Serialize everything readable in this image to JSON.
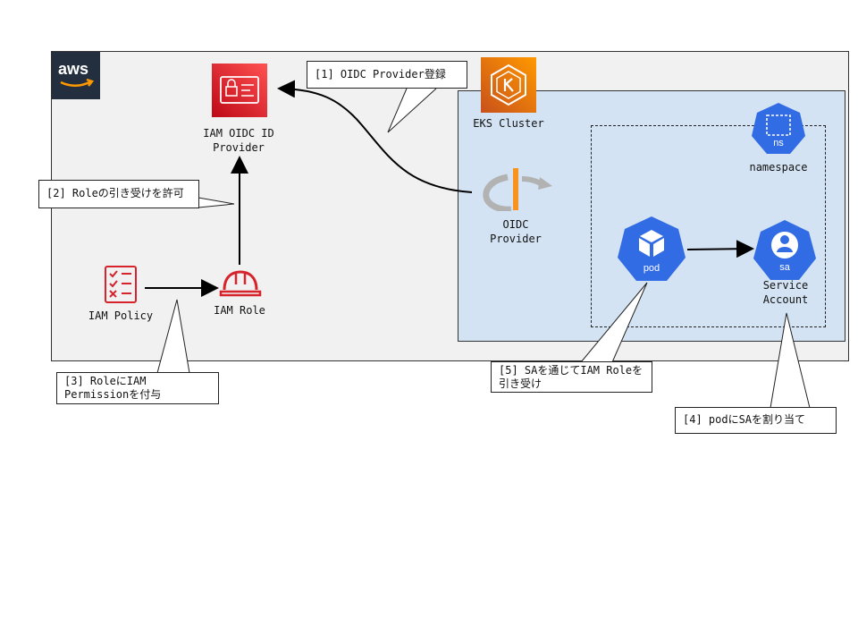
{
  "aws_logo_text": "aws",
  "eks": {
    "cluster_label": "EKS Cluster",
    "oidc_label_line1": "OIDC",
    "oidc_label_line2": "Provider"
  },
  "namespace": {
    "label": "namespace",
    "icon_text": "ns"
  },
  "pod": {
    "icon_text": "pod"
  },
  "service_account": {
    "icon_text": "sa",
    "label_line1": "Service",
    "label_line2": "Account"
  },
  "iam_oidc": {
    "label_line1": "IAM OIDC ID",
    "label_line2": "Provider"
  },
  "iam_role": {
    "label": "IAM Role"
  },
  "iam_policy": {
    "label": "IAM Policy"
  },
  "callouts": {
    "step1": "[1] OIDC Provider登録",
    "step2": "[2] Roleの引き受けを許可",
    "step3_line1": "[3] RoleにIAM",
    "step3_line2": "Permissionを付与",
    "step4": "[4] podにSAを割り当て",
    "step5_line1": "[5] SAを通じてIAM Roleを",
    "step5_line2": "引き受け"
  },
  "colors": {
    "aws_frame_bg": "#f1f1f1",
    "eks_bg": "#d3e3f3",
    "eks_orange": "#ed7100",
    "iam_red": "#c7131f",
    "k8s_blue": "#326ce5"
  },
  "icons": {
    "aws_logo": "aws-logo",
    "eks": "eks-k-icon",
    "oidc": "openid-icon",
    "namespace": "k8s-namespace-icon",
    "pod": "k8s-pod-icon",
    "service_account": "k8s-service-account-icon",
    "iam_oidc": "id-card-icon",
    "iam_role": "hard-hat-icon",
    "iam_policy": "checklist-icon"
  }
}
